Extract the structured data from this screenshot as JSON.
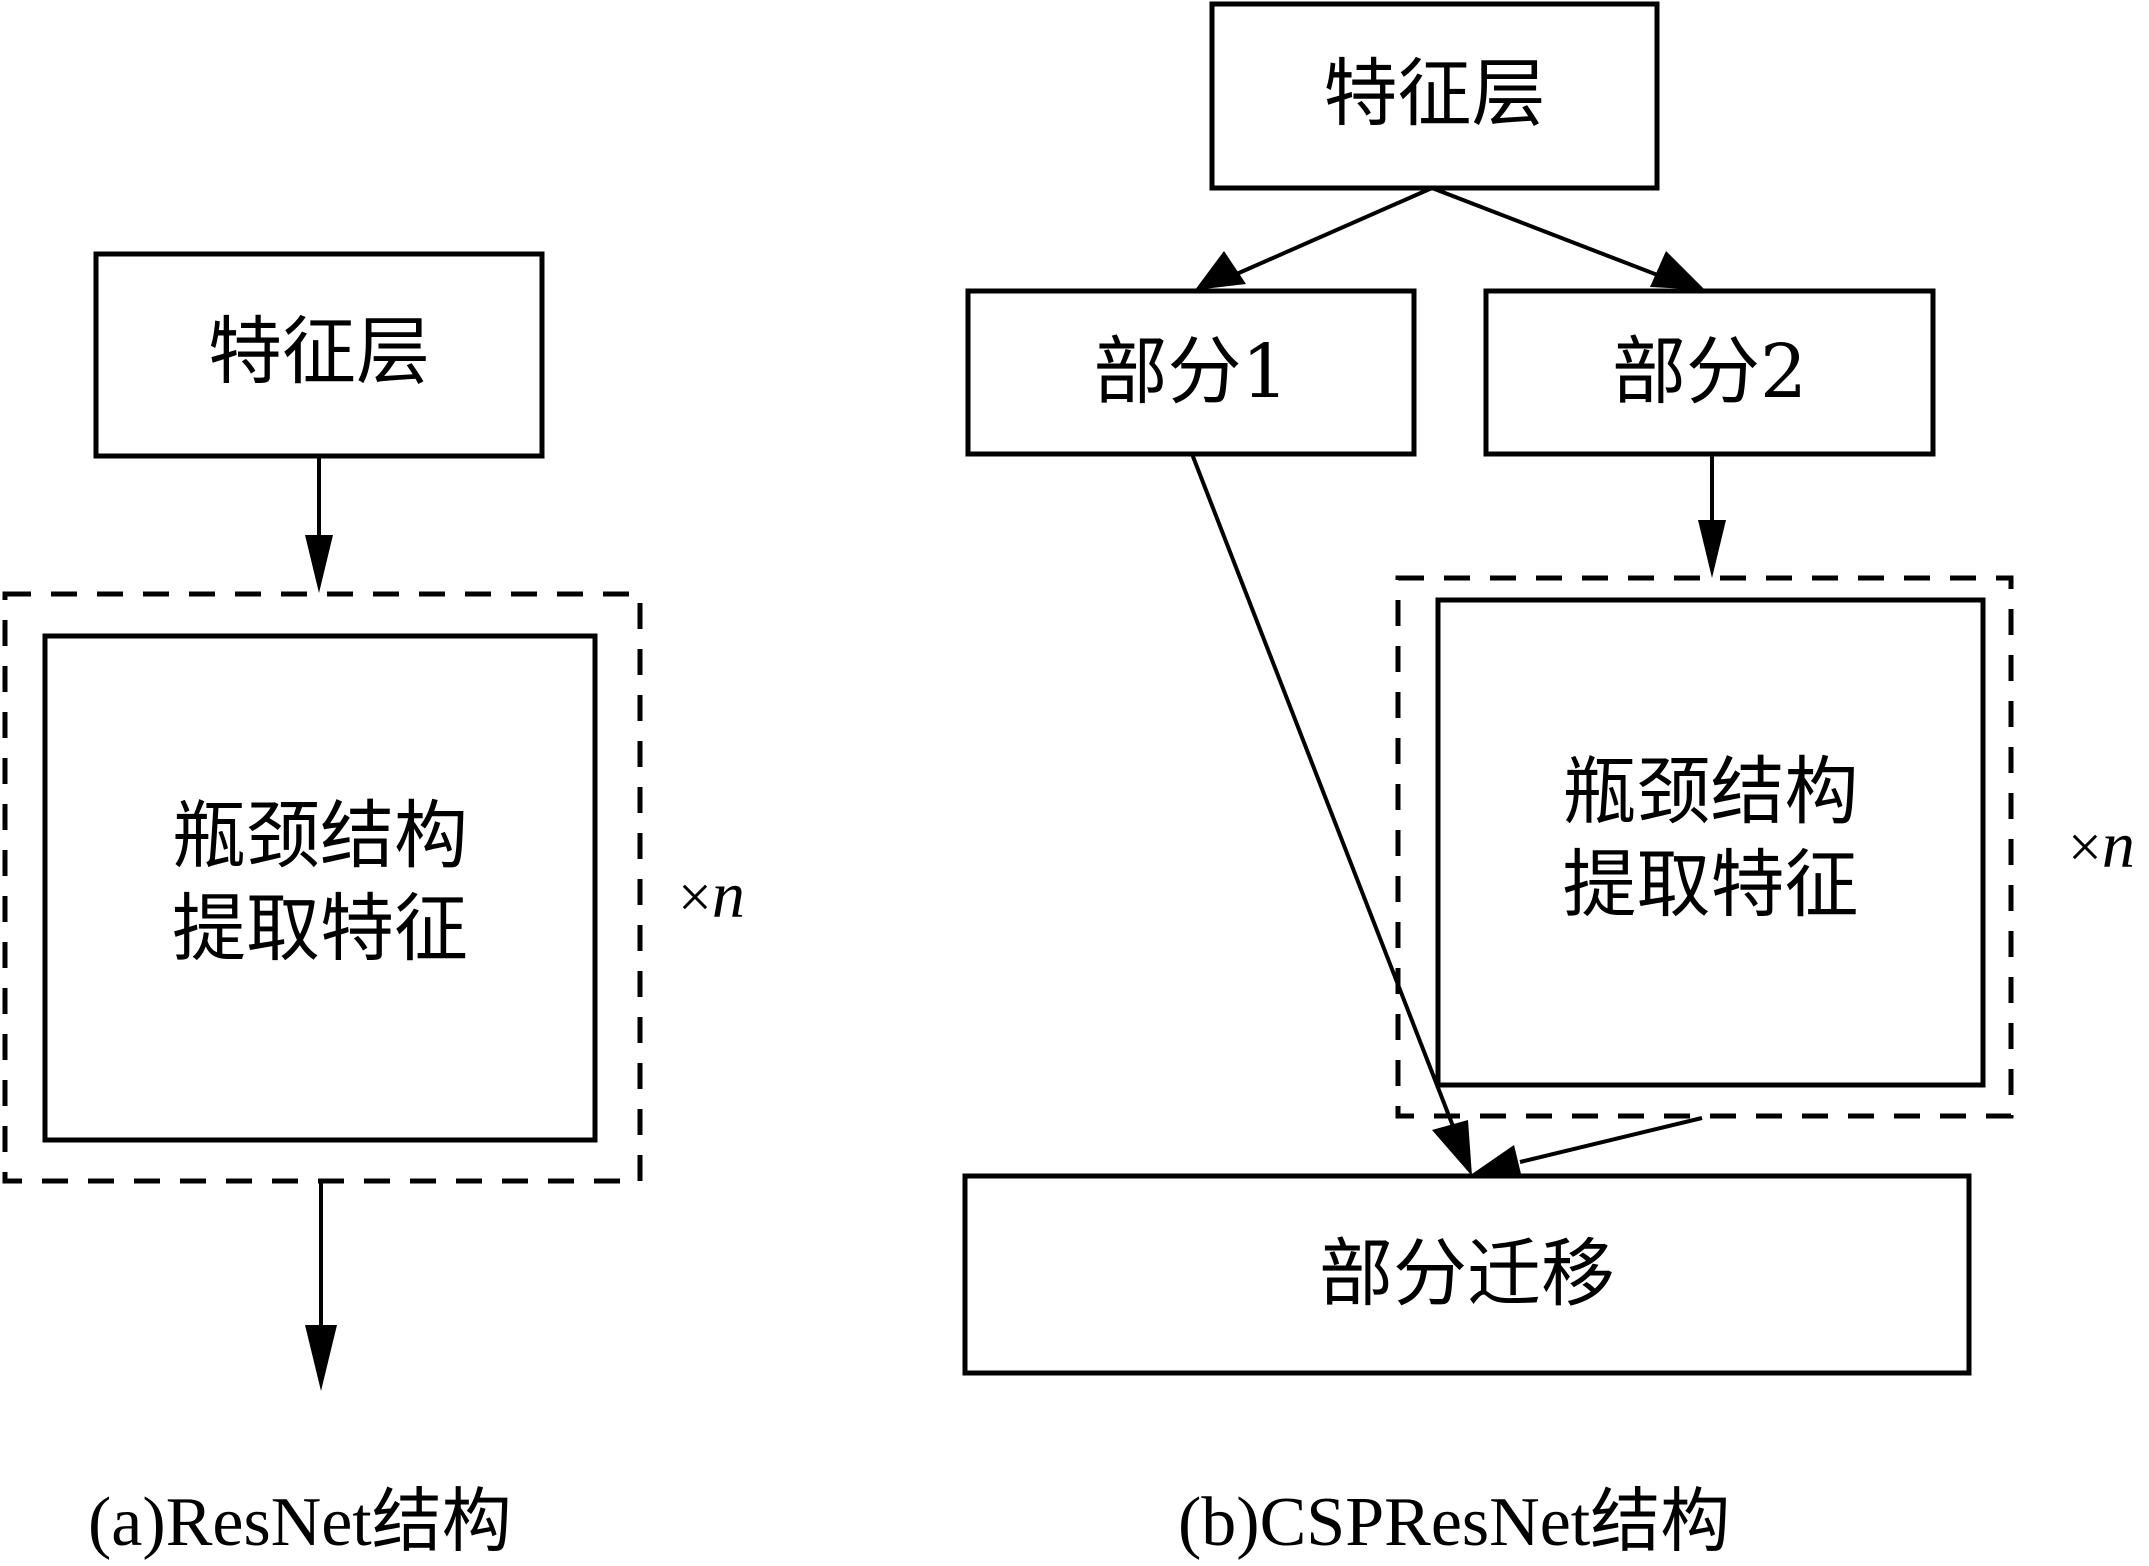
{
  "diagram_a": {
    "input_label": "特征层",
    "block_label": "瓶颈结构\n提取特征",
    "repeat_symbol": "×",
    "repeat_var": "n",
    "caption": "(a)ResNet结构"
  },
  "diagram_b": {
    "input_label": "特征层",
    "part1_label": "部分1",
    "part2_label": "部分2",
    "block_label": "瓶颈结构\n提取特征",
    "repeat_symbol": "×",
    "repeat_var": "n",
    "merge_label": "部分迁移",
    "caption": "(b)CSPResNet结构"
  }
}
